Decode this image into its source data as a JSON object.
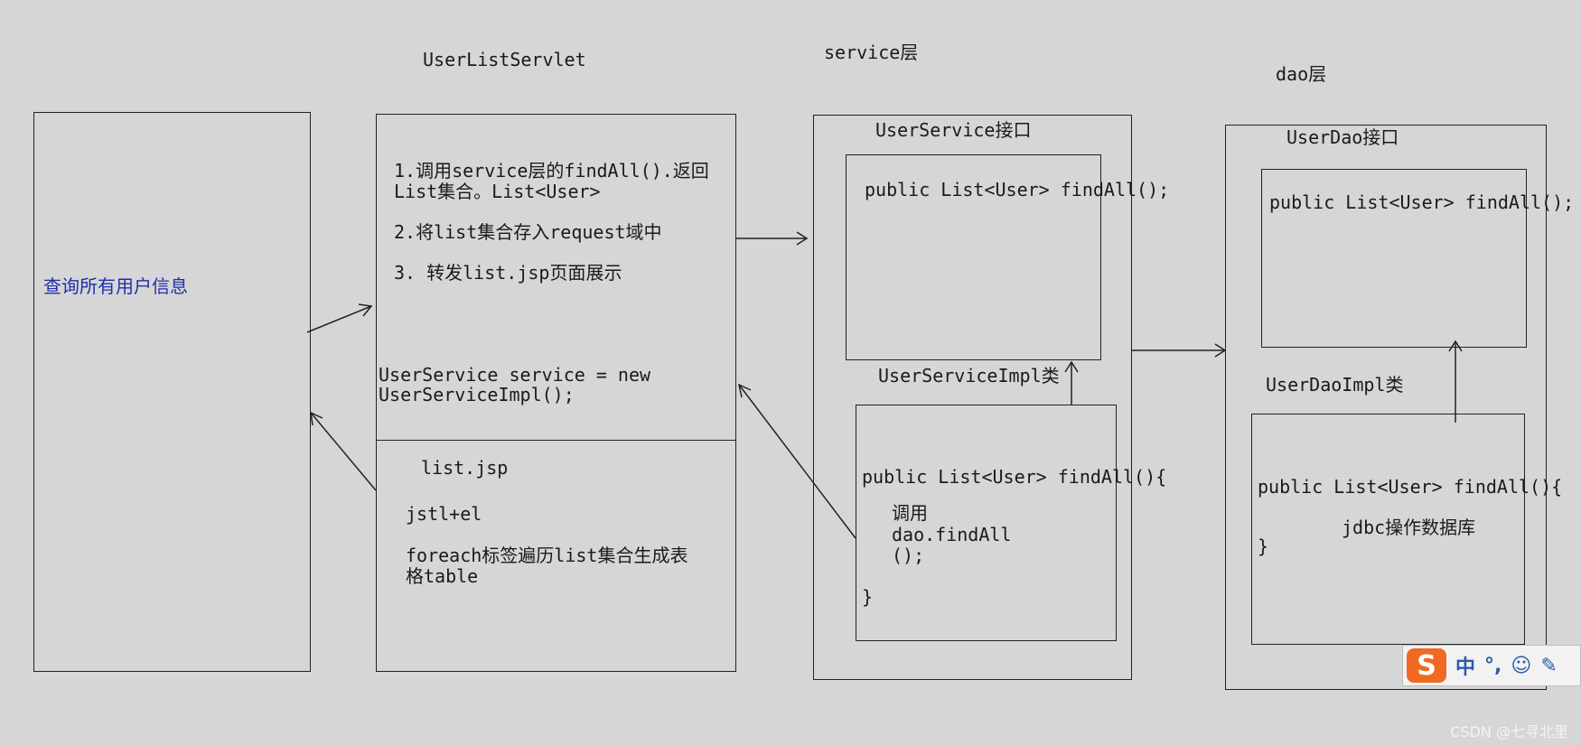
{
  "columns": {
    "servlet_title": "UserListServlet",
    "service_title": "service层",
    "dao_title": "dao层"
  },
  "left_box": {
    "text": "查询所有用户信息"
  },
  "servlet": {
    "step1_line1": "1.调用service层的findAll().返回",
    "step1_line2": "List集合。List<User>",
    "step2": "2.将list集合存入request域中",
    "step3": "3. 转发list.jsp页面展示",
    "code_line1": "UserService service = new",
    "code_line2": "UserServiceImpl();",
    "jsp_title": "list.jsp",
    "jsp_line1": "jstl+el",
    "jsp_line2": "foreach标签遍历list集合生成表",
    "jsp_line3": "格table"
  },
  "service": {
    "interface_label": "UserService接口",
    "interface_method": "public List<User> findAll();",
    "impl_label": "UserServiceImpl类",
    "impl_line1": "public List<User> findAll(){",
    "impl_line2": "调用",
    "impl_line3": "dao.findAll",
    "impl_line4": "();",
    "impl_line5": "}"
  },
  "dao": {
    "interface_label": "UserDao接口",
    "interface_method": "public List<User> findAll();",
    "impl_label": "UserDaoImpl类",
    "impl_line1": "public List<User> findAll(){",
    "impl_line2": "jdbc操作数据库",
    "impl_line3": "}"
  },
  "toolbar": {
    "logo": "S",
    "item1": "中",
    "item2": "°,",
    "item3": "☺",
    "item4": "✎"
  },
  "watermark": "CSDN @七寻北里",
  "colors": {
    "background": "#d6d6d6",
    "left_text": "#1f2fa8",
    "ime_logo": "#f06a22"
  }
}
